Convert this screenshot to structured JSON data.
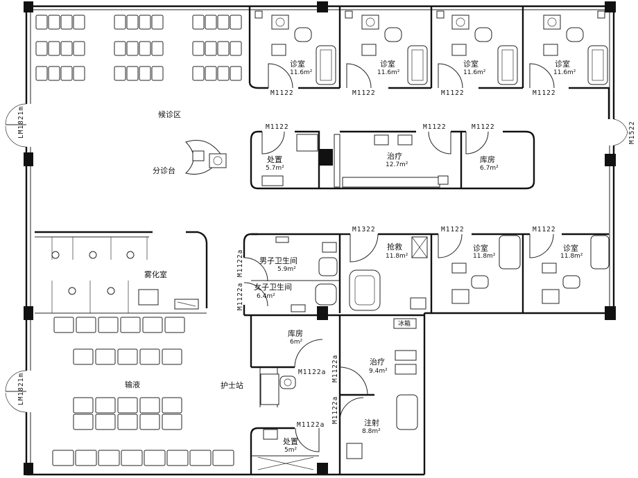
{
  "rooms": {
    "waiting": {
      "label": "候诊区"
    },
    "triage": {
      "label": "分诊台"
    },
    "nebulization": {
      "label": "雾化室"
    },
    "infusion": {
      "label": "输液"
    },
    "nurse_station": {
      "label": "护士站"
    },
    "consult_1": {
      "label": "诊室",
      "area": "11.6m²"
    },
    "consult_2": {
      "label": "诊室",
      "area": "11.6m²"
    },
    "consult_3": {
      "label": "诊室",
      "area": "11.6m²"
    },
    "consult_4": {
      "label": "诊室",
      "area": "11.6m²"
    },
    "disposal_upper": {
      "label": "处置",
      "area": "5.7m²"
    },
    "treatment_upper": {
      "label": "治疗",
      "area": "12.7m²"
    },
    "storage_upper": {
      "label": "库房",
      "area": "6.7m²"
    },
    "male_wc": {
      "label": "男子卫生间",
      "area": "5.9m²"
    },
    "female_wc": {
      "label": "女子卫生间",
      "area": "6.4m²"
    },
    "rescue": {
      "label": "抢救",
      "area": "11.8m²"
    },
    "consult_5": {
      "label": "诊室",
      "area": "11.8m²"
    },
    "consult_6": {
      "label": "诊室",
      "area": "11.8m²"
    },
    "storage_lower": {
      "label": "库房",
      "area": "6m²"
    },
    "treatment_lower": {
      "label": "治疗",
      "area": "9.4m²"
    },
    "injection": {
      "label": "注射",
      "area": "8.8m²"
    },
    "disposal_lower": {
      "label": "处置",
      "area": "5m²"
    }
  },
  "doors": {
    "c1": "M1122",
    "c2": "M1122",
    "c3": "M1122",
    "c4": "M1122",
    "disposal_upper": "M1122",
    "treatment_upper": "M1122",
    "storage_upper": "M1122",
    "rescue": "M1322",
    "c5": "M1122",
    "c6": "M1122",
    "storage_lower": "M1122a",
    "treatment_lower": "M1122a",
    "injection": "M1122a",
    "disposal_lower": "M1122a",
    "male_wc": "M1122a",
    "female_wc": "M1122a",
    "west_upper": "LM1821m",
    "west_lower": "LM1821m",
    "east": "M1522"
  },
  "equipment": {
    "sign_a": "冰箱"
  }
}
